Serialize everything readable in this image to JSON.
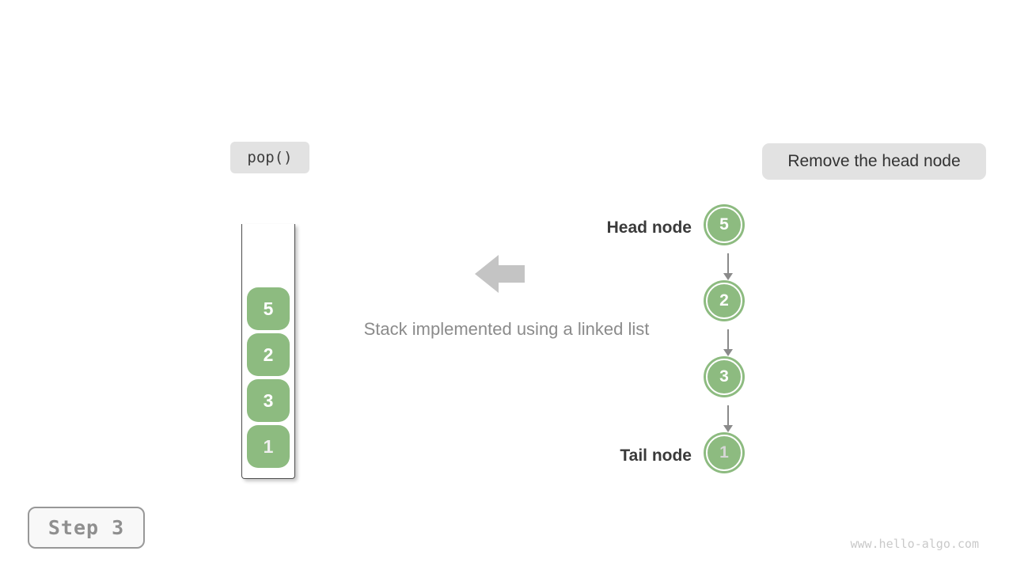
{
  "figure": {
    "operation_label": "pop()",
    "action_label": "Remove the head node",
    "caption": "Stack implemented using a linked list",
    "step_label": "Step 3",
    "watermark": "www.hello-algo.com"
  },
  "stack": {
    "items_top_to_bottom": [
      "5",
      "2",
      "3",
      "1"
    ]
  },
  "linked_list": {
    "head_label": "Head node",
    "tail_label": "Tail node",
    "nodes_head_to_tail": [
      "5",
      "2",
      "3",
      "1"
    ]
  },
  "colors": {
    "node_green": "#8dbb80",
    "label_pill_bg": "#e2e2e2",
    "block_arrow_gray": "#c4c4c4",
    "connector_gray": "#8a8a8a",
    "dark_text": "#3a3a3a",
    "muted_text": "#8b8b8b",
    "step_text": "#8f8f8f",
    "step_border": "#989898",
    "step_bg": "#f8f8f8",
    "watermark_gray": "#c9c9c9",
    "stack_wall": "#4d4d4d"
  }
}
